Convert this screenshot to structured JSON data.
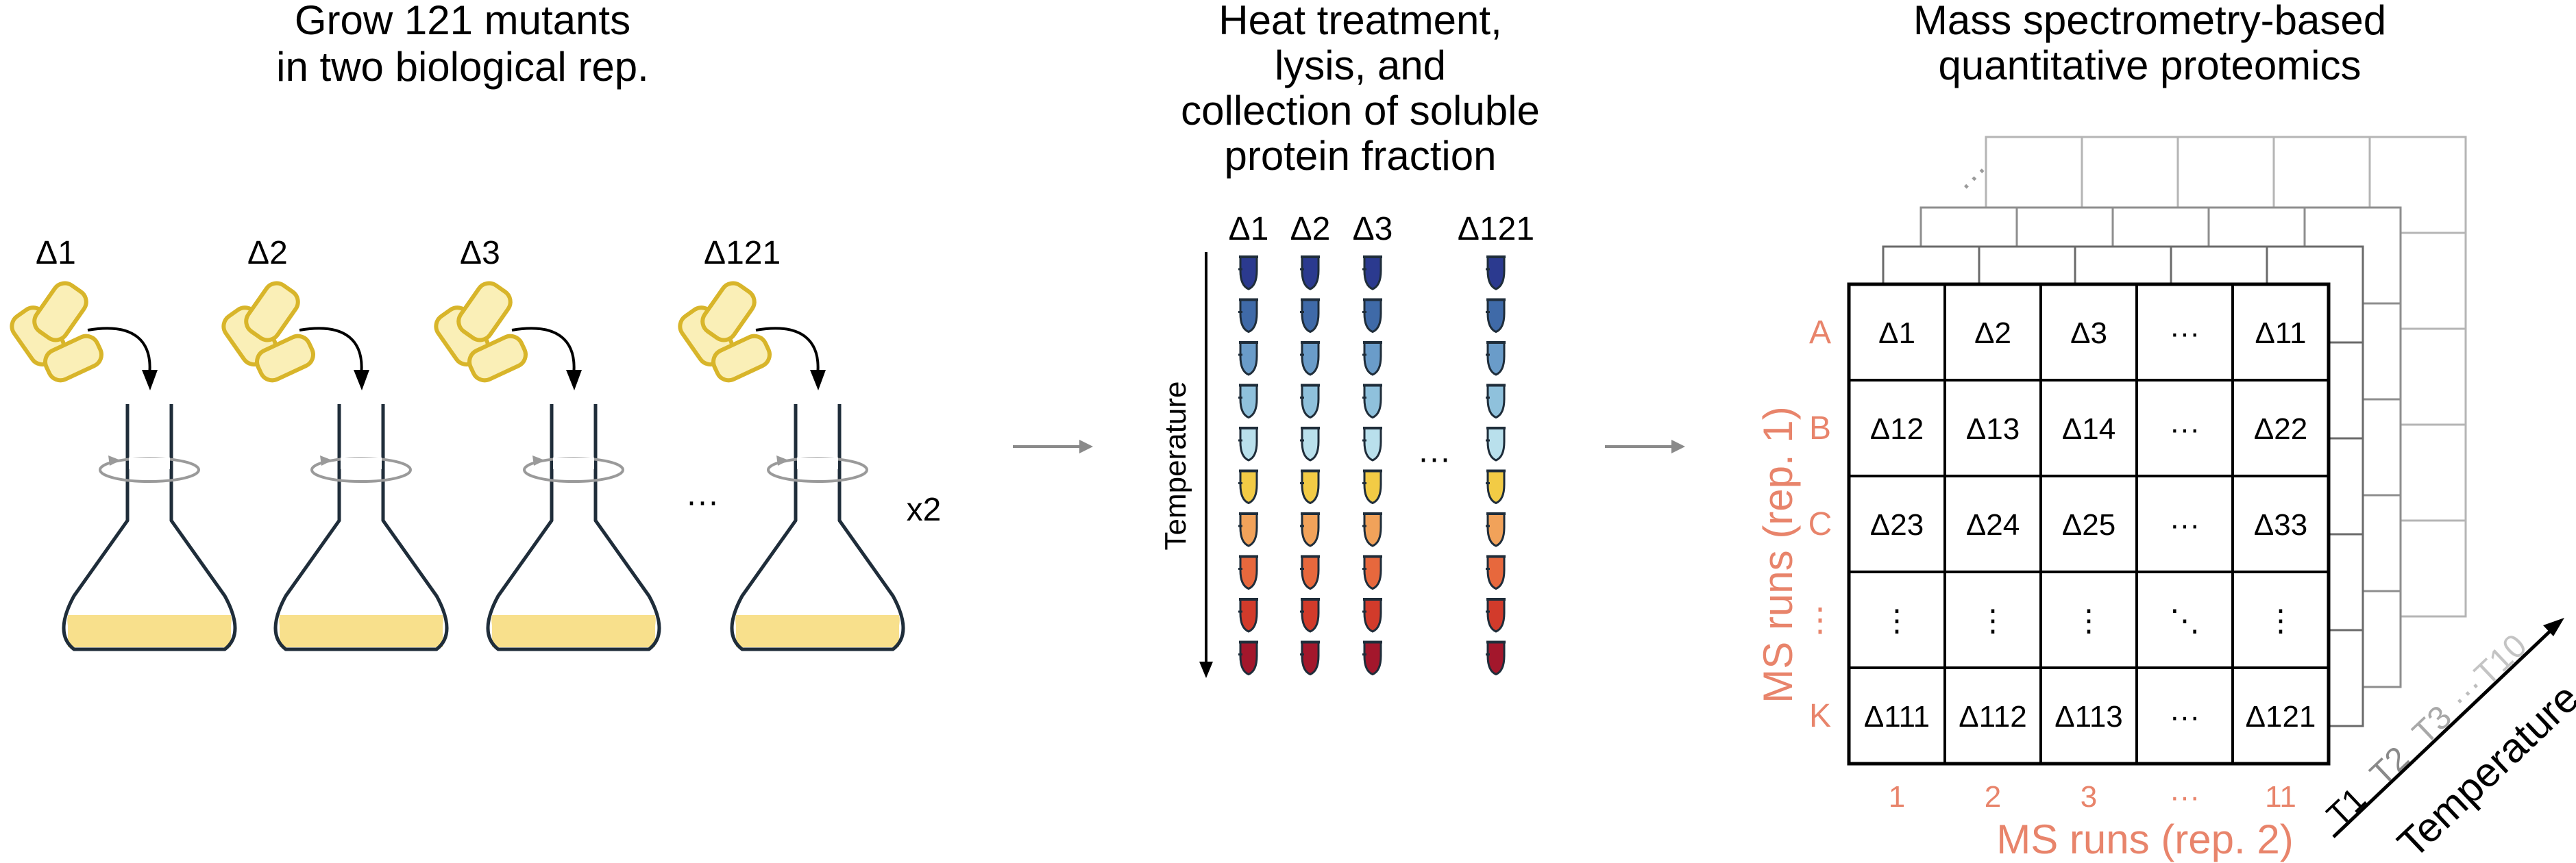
{
  "titles": {
    "grow": [
      "Grow 121 mutants",
      "in two biological rep."
    ],
    "heat": [
      "Heat treatment,",
      "lysis, and",
      "collection of soluble",
      "protein fraction"
    ],
    "ms": [
      "Mass spectrometry-based",
      "quantitative proteomics"
    ]
  },
  "flasks": {
    "labels": [
      "Δ1",
      "Δ2",
      "Δ3",
      "Δ121"
    ],
    "ellipsis": "···",
    "replicates": "x2"
  },
  "tubes": {
    "labels": [
      "Δ1",
      "Δ2",
      "Δ3",
      "Δ121"
    ],
    "ellipsis": "···",
    "axis_label": "Temperature",
    "colors": [
      "#2b3a8f",
      "#3f6aa8",
      "#6a9cc9",
      "#8fc1dc",
      "#b9e0ec",
      "#f2cb45",
      "#f1a25a",
      "#e7683d",
      "#d23b2b",
      "#a3172c"
    ]
  },
  "grid": {
    "rows": [
      {
        "label": "A",
        "cells": [
          "Δ1",
          "Δ2",
          "Δ3",
          "···",
          "Δ11"
        ]
      },
      {
        "label": "B",
        "cells": [
          "Δ12",
          "Δ13",
          "Δ14",
          "···",
          "Δ22"
        ]
      },
      {
        "label": "C",
        "cells": [
          "Δ23",
          "Δ24",
          "Δ25",
          "···",
          "Δ33"
        ]
      },
      {
        "label": "⋮",
        "cells": [
          "⋮",
          "⋮",
          "⋮",
          "⋱",
          "⋮"
        ]
      },
      {
        "label": "K",
        "cells": [
          "Δ111",
          "Δ112",
          "Δ113",
          "···",
          "Δ121"
        ]
      }
    ],
    "col_labels": [
      "1",
      "2",
      "3",
      "···",
      "11"
    ],
    "row_axis_label": "MS runs (rep. 1)",
    "col_axis_label": "MS runs (rep. 2)",
    "layer_ellipsis": "···",
    "temps": [
      "T1",
      "T2",
      "T3",
      "···",
      "T10"
    ],
    "temp_axis_label": "Temperature",
    "accent_color": "#e8846b"
  }
}
